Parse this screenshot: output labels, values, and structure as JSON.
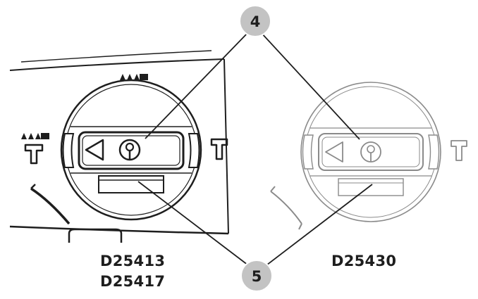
{
  "callouts": {
    "top": "4",
    "bottom": "5"
  },
  "labels": {
    "left_model_1": "D25413",
    "left_model_2": "D25417",
    "right_model": "D25430"
  },
  "icons": {
    "mode_symbols": [
      "hammer-chisel-icon",
      "chisel-icon",
      "hammer-icon"
    ],
    "selector_arrow": "left-triangle-icon",
    "selector_lock": "keyhole-lock-icon"
  },
  "colors": {
    "callout_fill": "#c3c3c3",
    "line_dark": "#1e1e1e",
    "line_light": "#8a8a8a"
  }
}
